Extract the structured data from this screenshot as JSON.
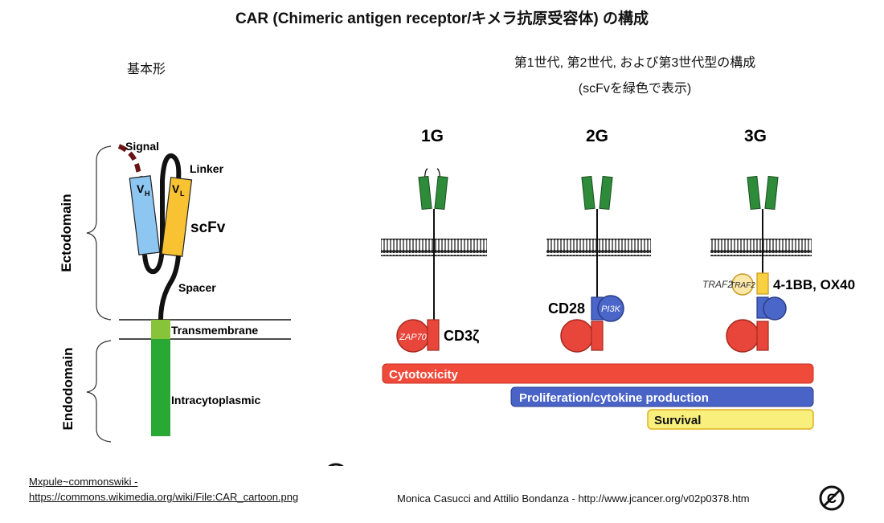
{
  "title": "CAR (Chimeric antigen receptor/キメラ抗原受容体) の構成",
  "left": {
    "subtitle": "基本形",
    "labels": {
      "signal": "Signal",
      "linker": "Linker",
      "vh_main": "V",
      "vh_sub": "H",
      "vl_main": "V",
      "vl_sub": "L",
      "scfv": "scFv",
      "spacer": "Spacer",
      "transmembrane": "Transmembrane",
      "intracytoplasmic": "Intracytoplasmic",
      "ectodomain": "Ectodomain",
      "endodomain": "Endodomain"
    },
    "credit_line1": "Mxpule~commonswiki -",
    "credit_line2": "https://commons.wikimedia.org/wiki/File:CAR_cartoon.png"
  },
  "right": {
    "subtitle_line1": "第1世代,  第2世代, および第3世代型の構成",
    "subtitle_line2": "(scFvを緑色で表示)",
    "generations": [
      "1G",
      "2G",
      "3G"
    ],
    "labels": {
      "zap70": "ZAP70",
      "cd3z": "CD3ζ",
      "cd28": "CD28",
      "pi3k": "PI3K",
      "traf2": "TRAF2",
      "costim": "4-1BB, OX40"
    },
    "bars": [
      {
        "label": "Cytotoxicity",
        "color": "#f04a3a"
      },
      {
        "label": "Proliferation/cytokine production",
        "color": "#4a63c7"
      },
      {
        "label": "Survival",
        "color": "#f8ef7c"
      }
    ],
    "credit": "Monica Casucci and Attilio Bondanza - http://www.jcancer.org/v02p0378.htm"
  },
  "colors": {
    "vh": "#8ec6f2",
    "vl": "#f8c232",
    "signal": "#6b1414",
    "transmembrane": "#88c43a",
    "intracytoplasmic": "#2aa834",
    "scfv_green": "#2e8b3a",
    "red": "#e8463a",
    "blue": "#4a66c8",
    "yellow": "#f8d040"
  },
  "icons": [
    "public-domain-icon",
    "public-domain-icon"
  ]
}
